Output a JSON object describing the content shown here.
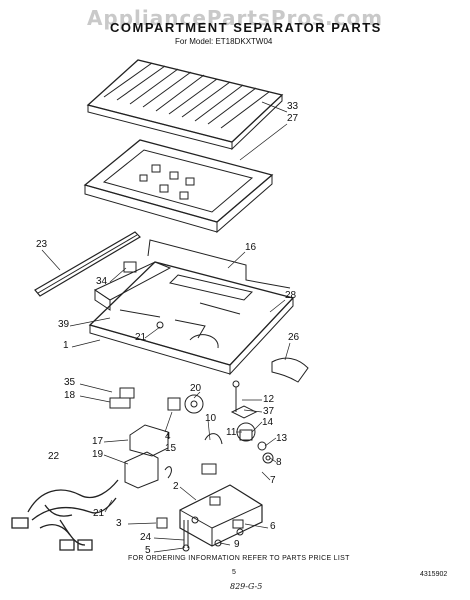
{
  "watermark": "AppliancePartsPros.com",
  "title": "COMPARTMENT SEPARATOR PARTS",
  "subtitle": "For Model: ET18DKXTW04",
  "footer_note": "FOR ORDERING INFORMATION REFER TO PARTS PRICE LIST",
  "page_number": "5",
  "doc_number": "4315902",
  "hand_code": "829-G-5",
  "callouts": {
    "c33": "33",
    "c27": "27",
    "c23": "23",
    "c16": "16",
    "c34": "34",
    "c28": "28",
    "c39": "39",
    "c26": "26",
    "c21a": "21",
    "c1": "1",
    "c35": "35",
    "c20": "20",
    "c18": "18",
    "c12": "12",
    "c37": "37",
    "c4": "4",
    "c14": "14",
    "c10": "10",
    "c11": "11",
    "c17": "17",
    "c15": "15",
    "c13": "13",
    "c19": "19",
    "c8": "8",
    "c22": "22",
    "c7": "7",
    "c2": "2",
    "c21b": "21",
    "c6": "6",
    "c3": "3",
    "c24": "24",
    "c9": "9",
    "c5": "5"
  }
}
